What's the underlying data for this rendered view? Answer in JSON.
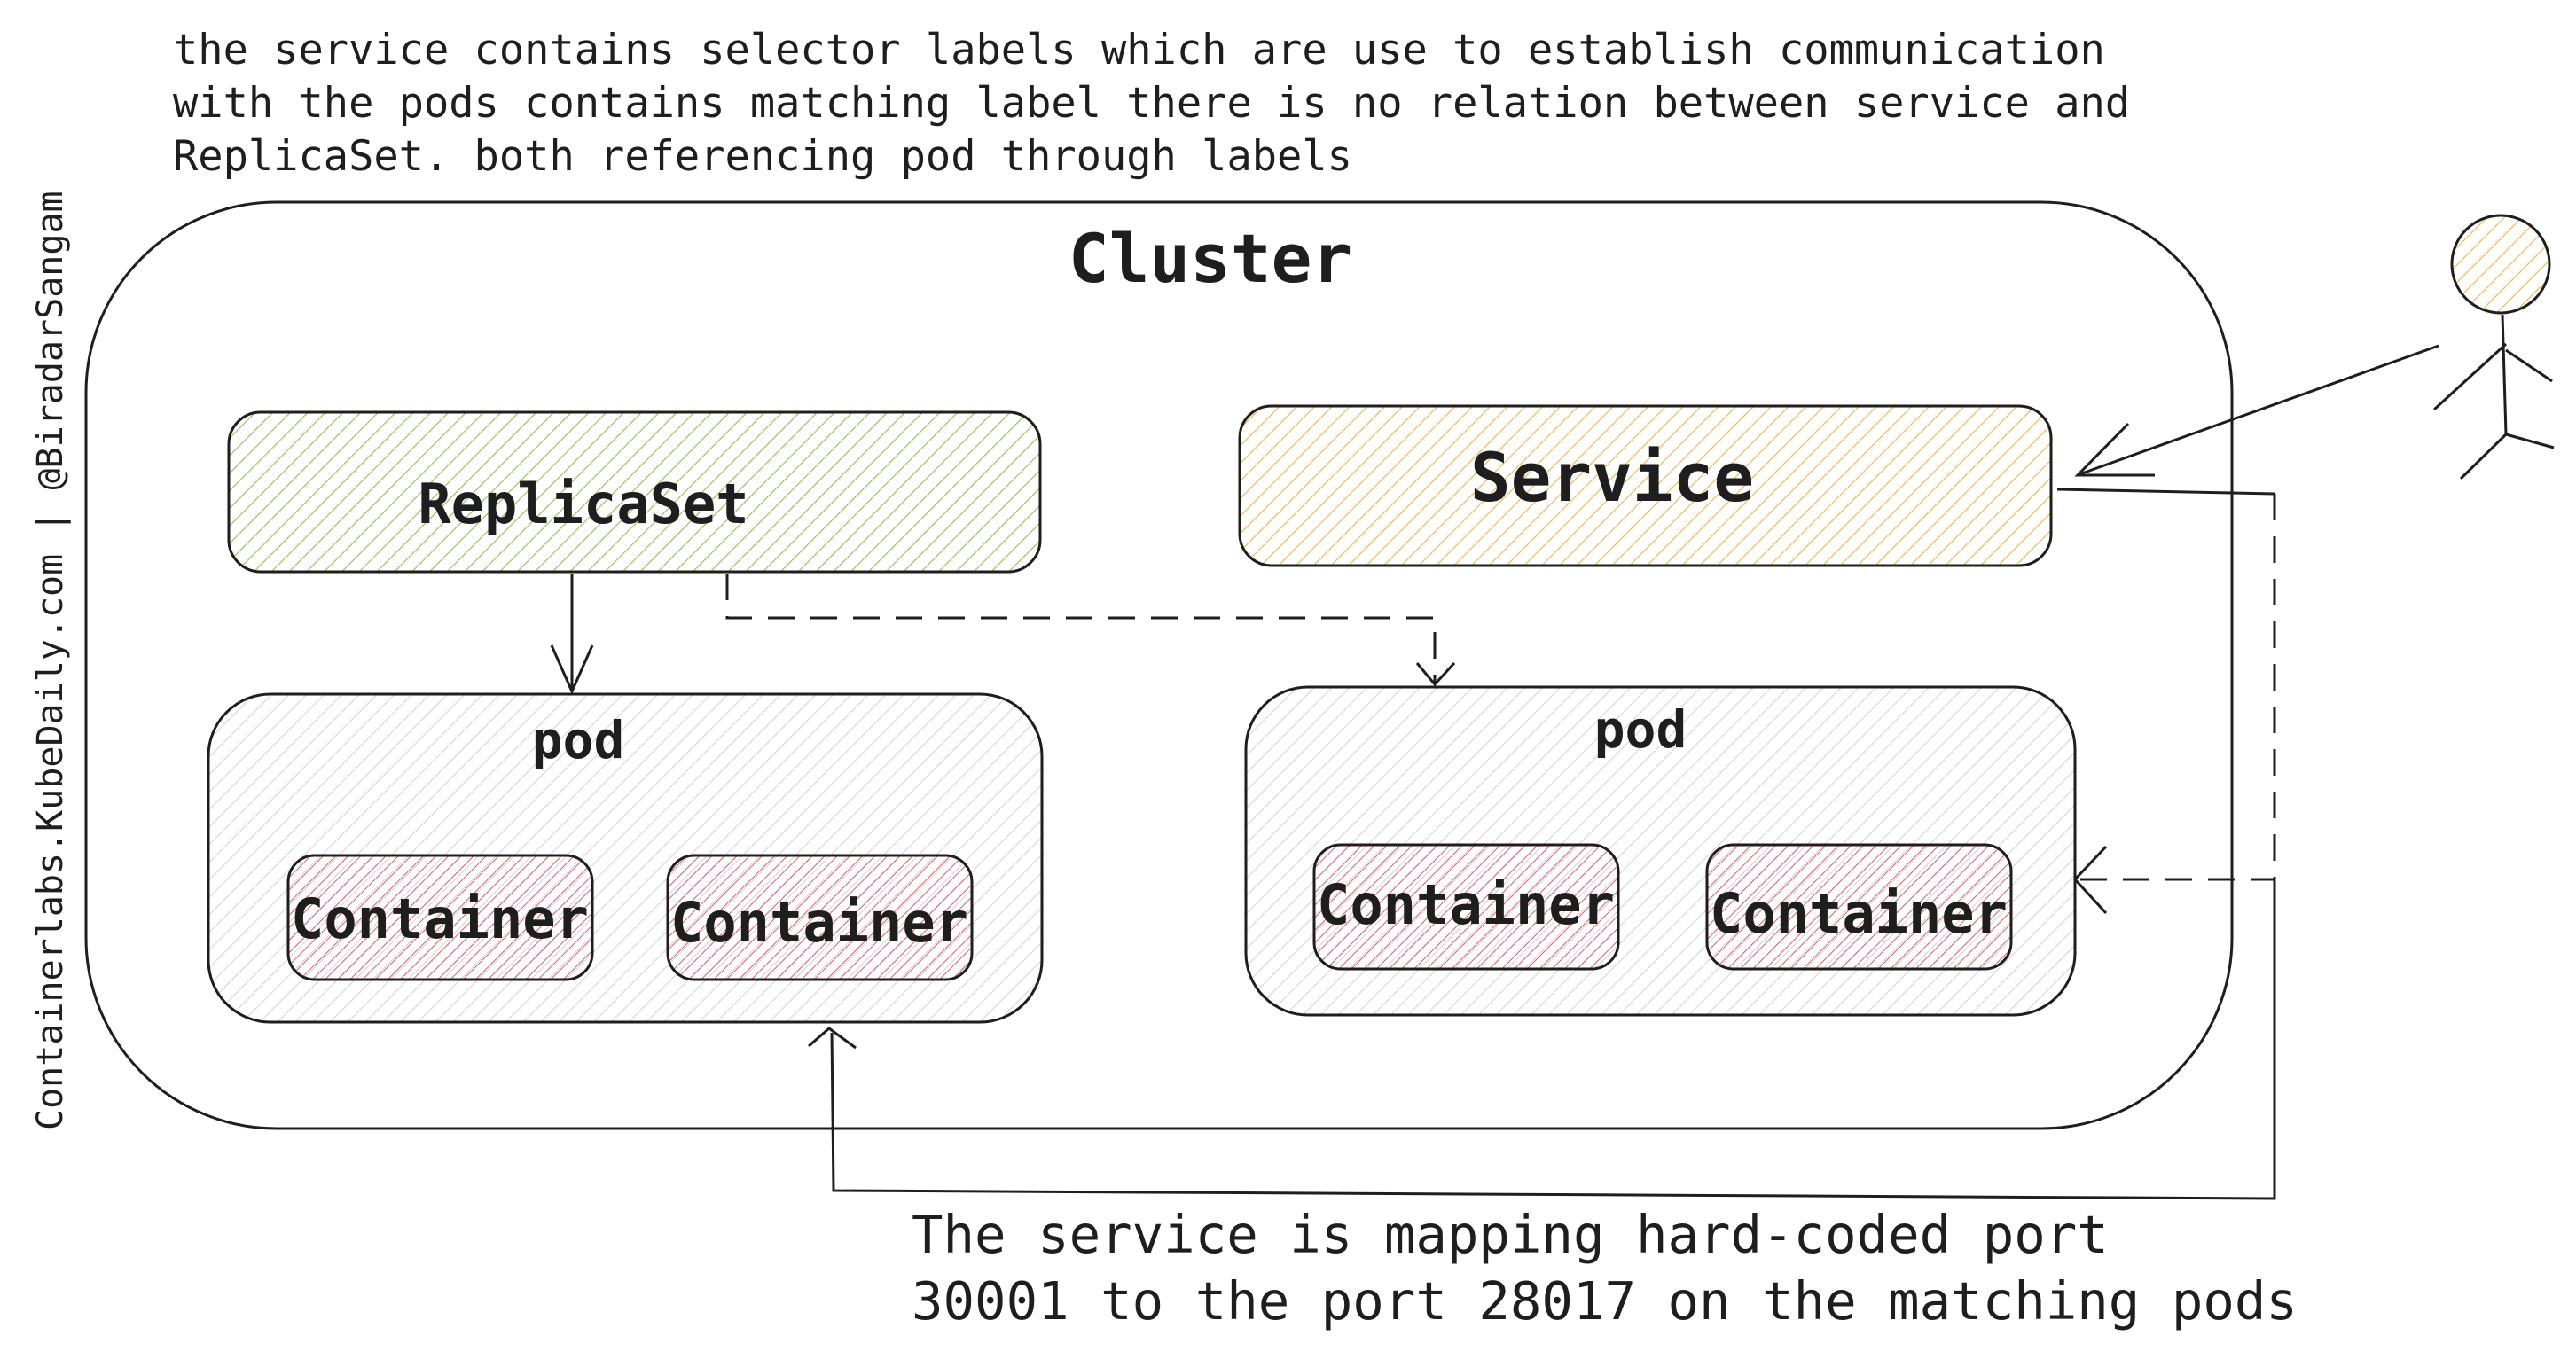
{
  "intro_note": {
    "lines": [
      "the service contains selector labels which are use to establish communication",
      "with the pods contains matching label there is no relation between service and",
      "ReplicaSet. both referencing pod through labels"
    ]
  },
  "credit": "Containerlabs.KubeDaily.com | @BiradarSangam",
  "cluster": {
    "title": "Cluster"
  },
  "replicaset": {
    "label": "ReplicaSet"
  },
  "service": {
    "label": "Service"
  },
  "pod_left": {
    "label": "pod",
    "containers": [
      "Container",
      "Container"
    ]
  },
  "pod_right": {
    "label": "pod",
    "containers": [
      "Container",
      "Container"
    ]
  },
  "port_note": {
    "lines": [
      "The service is mapping hard-coded port",
      "30001 to the port 28017 on the matching pods"
    ]
  },
  "colors": {
    "replicaset_hatch": "#8bc34a",
    "service_hatch": "#f0b341",
    "pod_hatch": "#cfcfcf",
    "container_hatch": "#e05a6a",
    "user_head_hatch": "#f0b341",
    "stroke": "#1e1e1e"
  }
}
